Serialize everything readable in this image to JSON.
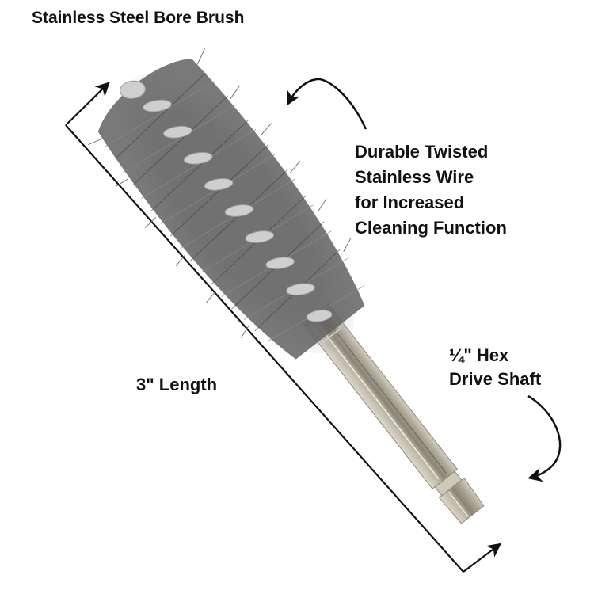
{
  "title": "Stainless Steel Bore Brush",
  "callouts": {
    "wire": {
      "lines": [
        "Durable Twisted",
        "Stainless Wire",
        "for Increased",
        "Cleaning Function"
      ]
    },
    "hex": {
      "lines": [
        "¼\" Hex",
        "Drive Shaft"
      ]
    },
    "length": "3\" Length"
  },
  "colors": {
    "background": "#ffffff",
    "text": "#111111",
    "bristle_dark": "#4a4a4a",
    "bristle_light": "#8c8c8c",
    "twist_wire": "#c9c9c9",
    "shaft": "#b3ad9e",
    "shaft_dark": "#7d776a"
  }
}
